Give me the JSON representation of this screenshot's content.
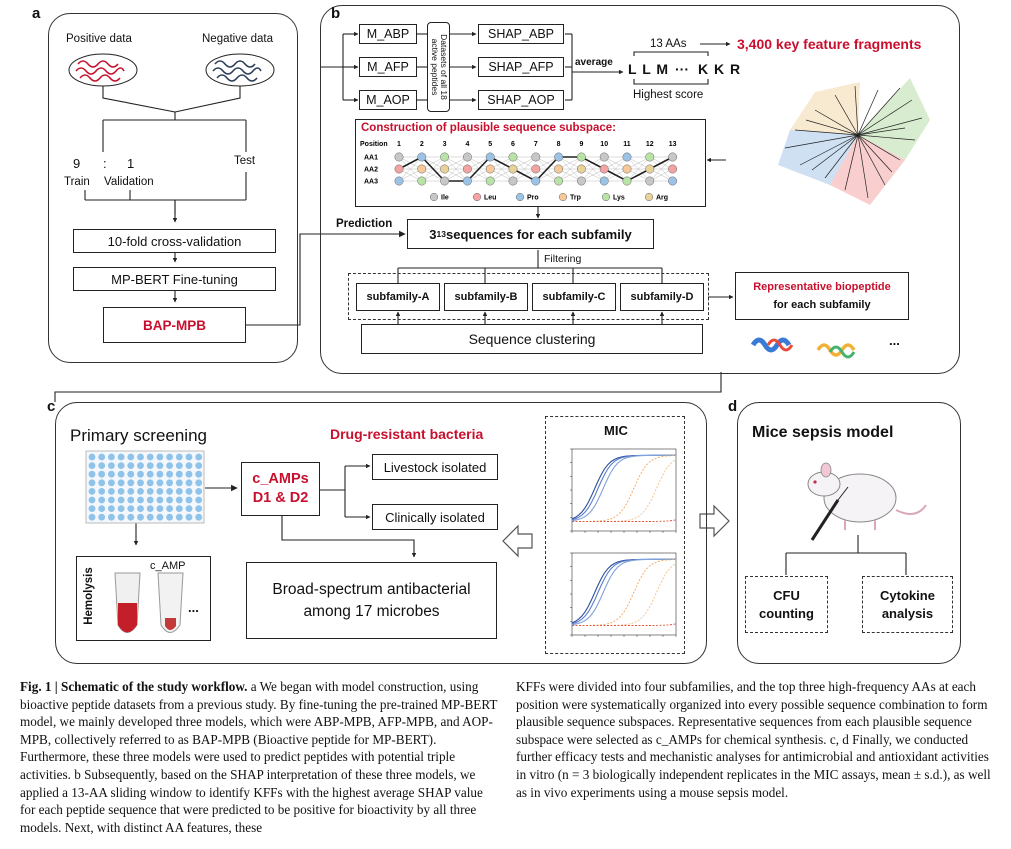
{
  "panel_a": {
    "letter": "a",
    "positive_label": "Positive data",
    "negative_label": "Negative data",
    "ratio_train": "9",
    "ratio_sep": ":",
    "ratio_val": "1",
    "train_label": "Train",
    "validation_label": "Validation",
    "test_label": "Test",
    "cv_label": "10-fold cross-validation",
    "ft_label": "MP-BERT Fine-tuning",
    "bap_label": "BAP-MPB"
  },
  "panel_b": {
    "letter": "b",
    "models": [
      "M_ABP",
      "M_AFP",
      "M_AOP"
    ],
    "dataset_label": "Datasets of all 18 active peptides",
    "shap": [
      "SHAP_ABP",
      "SHAP_AFP",
      "SHAP_AOP"
    ],
    "average_label": "average",
    "aa_count_label": "13 AAs",
    "key_fragments": "3,400 key feature fragments",
    "seq_left": "L L M",
    "seq_dots": "···",
    "seq_right": "K K R",
    "highest_score": "Highest score",
    "subspace_title": "Construction of plausible sequence subspace:",
    "position_label": "Position",
    "positions": [
      "1",
      "2",
      "3",
      "4",
      "5",
      "6",
      "7",
      "8",
      "9",
      "10",
      "11",
      "12",
      "13"
    ],
    "aa_rows": [
      "AA1",
      "AA2",
      "AA3"
    ],
    "aa_legend": [
      {
        "name": "Ile",
        "color": "#c7c7c7"
      },
      {
        "name": "Leu",
        "color": "#f4a3a3"
      },
      {
        "name": "Pro",
        "color": "#9cc3e6"
      },
      {
        "name": "Trp",
        "color": "#f6c89a"
      },
      {
        "name": "Lys",
        "color": "#b9e3a6"
      },
      {
        "name": "Arg",
        "color": "#e8d29a"
      }
    ],
    "prediction_label": "Prediction",
    "sequences_base": "3",
    "sequences_exp": "13",
    "sequences_rest": " sequences for each subfamily",
    "filtering_label": "Filtering",
    "subfamilies": [
      "subfamily-A",
      "subfamily-B",
      "subfamily-C",
      "subfamily-D"
    ],
    "rep_line1": "Representative biopeptide",
    "rep_line2": "for each subfamily",
    "clustering_label": "Sequence clustering",
    "ellipsis": "..."
  },
  "panel_c": {
    "letter": "c",
    "primary_screening": "Primary screening",
    "drug_resistant": "Drug-resistant bacteria",
    "camps_line1": "c_AMPs",
    "camps_line2": "D1 & D2",
    "livestock": "Livestock isolated",
    "clinical": "Clinically isolated",
    "broad_line1": "Broad-spectrum antibacterial",
    "broad_line2": "among 17 microbes",
    "mic_label": "MIC",
    "hemolysis": "Hemolysis",
    "camp_tube": "c_AMP",
    "tube_dots": "..."
  },
  "panel_d": {
    "letter": "d",
    "title": "Mice sepsis model",
    "cfu_line1": "CFU",
    "cfu_line2": "counting",
    "cyto_line1": "Cytokine",
    "cyto_line2": "analysis"
  },
  "caption": {
    "fig_label": "Fig. 1 | Schematic of the study workflow.",
    "left": " a We began with model construction, using bioactive peptide datasets from a previous study. By fine-tuning the pre-trained MP-BERT model, we mainly developed three models, which were ABP-MPB, AFP-MPB, and AOP-MPB, collectively referred to as BAP-MPB (Bioactive peptide for MP-BERT). Furthermore, these three models were used to predict peptides with potential triple activities. b Subsequently, based on the SHAP interpretation of these three models, we applied a 13-AA sliding window to identify KFFs with the highest average SHAP value for each peptide sequence that were predicted to be positive for bioactivity by all three models. Next, with distinct AA features, these",
    "right": "KFFs were divided into four subfamilies, and the top three high-frequency AAs at each position were systematically organized into every possible sequence combination to form plausible sequence subspaces. Representative sequences from each plausible sequence subspace were selected as c_AMPs for chemical synthesis. c, d Finally, we conducted further efficacy tests and mechanistic analyses for antimicrobial and antioxidant activities in vitro (n = 3 biologically independent replicates in the MIC assays, mean ± s.d.), as well as in vivo experiments using a mouse sepsis model."
  },
  "colors": {
    "accent_red": "#c8102e",
    "line": "#222222",
    "plate_blue": "#8fc3ea"
  }
}
